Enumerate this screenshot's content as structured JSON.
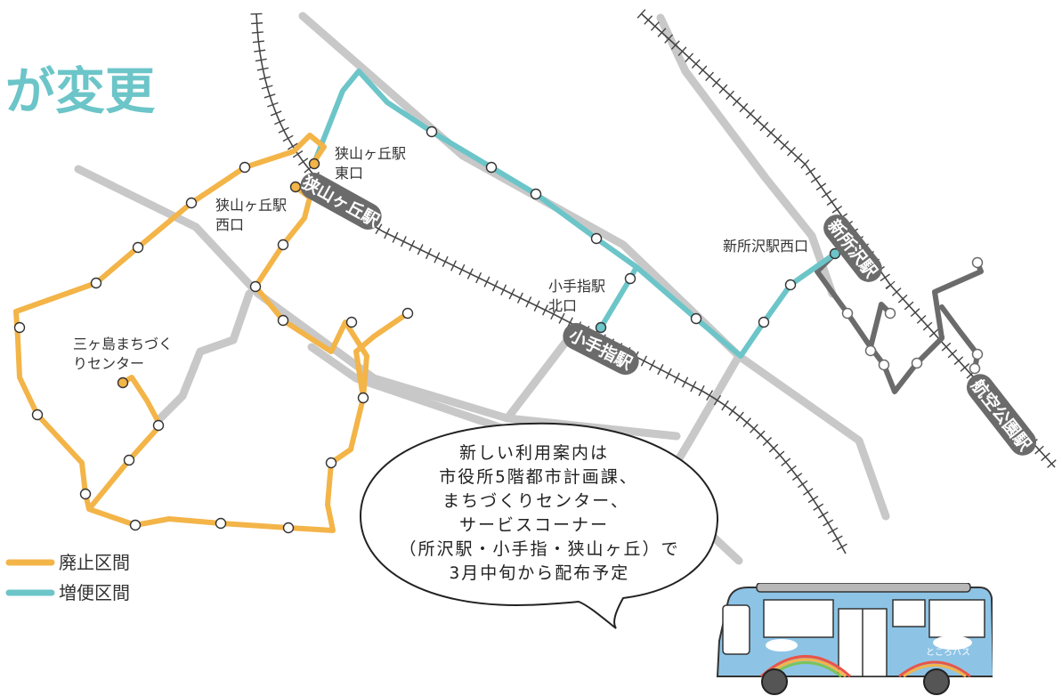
{
  "title": {
    "text": "が変更",
    "color": "#6cc5c8"
  },
  "colors": {
    "abolished": "#f3b448",
    "increased": "#6cc5c8",
    "other_route": "#6b6b6b",
    "road": "#c8c8c8",
    "rail": "#444444",
    "station_badge": "#6b6b6b"
  },
  "stations": {
    "sayamagaoka": "狭山ヶ丘駅",
    "kotesashi": "小手指駅",
    "shintokorozawa": "新所沢駅",
    "kokukoen": "航空公園駅"
  },
  "stop_labels": {
    "sayamagaoka_east_1": "狭山ヶ丘駅",
    "sayamagaoka_east_2": "東口",
    "sayamagaoka_west_1": "狭山ヶ丘駅",
    "sayamagaoka_west_2": "西口",
    "kotesashi_north_1": "小手指駅",
    "kotesashi_north_2": "北口",
    "shintokorozawa_west": "新所沢駅西口",
    "mikajima_1": "三ヶ島まちづく",
    "mikajima_2": "りセンター"
  },
  "bubble": {
    "lines": [
      "新しい利用案内は",
      "市役所5階都市計画課、",
      "まちづくりセンター、",
      "サービスコーナー",
      "（所沢駅・小手指・狭山ヶ丘）で",
      "3月中旬から配布予定"
    ]
  },
  "legend": {
    "abolished": "廃止区間",
    "increased": "増便区間"
  },
  "bus": {
    "name": "ところバス"
  }
}
